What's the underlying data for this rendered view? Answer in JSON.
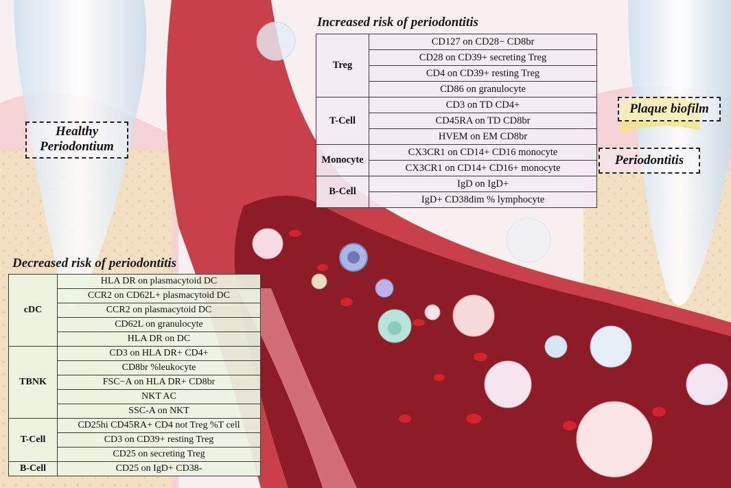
{
  "increased": {
    "title": "Increased risk of periodontitis",
    "groups": [
      {
        "category": "Treg",
        "items": [
          "CD127 on CD28− CD8br",
          "CD28 on CD39+ secreting Treg",
          "CD4 on CD39+ resting Treg",
          "CD86 on granulocyte"
        ]
      },
      {
        "category": "T-Cell",
        "items": [
          "CD3 on TD CD4+",
          "CD45RA on TD CD8br",
          "HVEM on EM CD8br"
        ]
      },
      {
        "category": "Monocyte",
        "items": [
          "CX3CR1 on CD14+ CD16 monocyte",
          "CX3CR1 on CD14+ CD16+ monocyte"
        ]
      },
      {
        "category": "B-Cell",
        "items": [
          "IgD on IgD+",
          "IgD+ CD38dim % lymphocyte"
        ]
      }
    ]
  },
  "decreased": {
    "title": "Decreased risk of periodontitis",
    "groups": [
      {
        "category": "cDC",
        "items": [
          "HLA DR on plasmacytoid DC",
          "CCR2 on CD62L+ plasmacytoid DC",
          "CCR2 on plasmacytoid DC",
          "CD62L on granulocyte",
          "HLA DR on DC"
        ]
      },
      {
        "category": "TBNK",
        "items": [
          "CD3 on HLA DR+ CD4+",
          "CD8br %leukocyte",
          "FSC−A on HLA DR+ CD8br",
          "NKT AC",
          "SSC-A on NKT"
        ]
      },
      {
        "category": "T-Cell",
        "items": [
          "CD25hi CD45RA+ CD4 not Treg %T cell",
          "CD3 on CD39+ resting Treg",
          "CD25 on secreting Treg"
        ]
      },
      {
        "category": "B-Cell",
        "items": [
          "CD25 on IgD+ CD38-"
        ]
      }
    ]
  },
  "labels": {
    "healthy_line1": "Healthy",
    "healthy_line2": "Periodontium",
    "plaque": "Plaque biofilm",
    "periodontitis": "Periodontitis"
  },
  "colors": {
    "vessel_outer": "#c8404a",
    "vessel_inner": "#8e1c26",
    "blood_cell": "#d4232d",
    "gum": "#f0b7b9",
    "bone": "#f3e2bd",
    "tooth": "#eaf2f8",
    "increased_table_bg": "#f3ecf4",
    "decreased_table_bg": "#ecf4e2"
  }
}
